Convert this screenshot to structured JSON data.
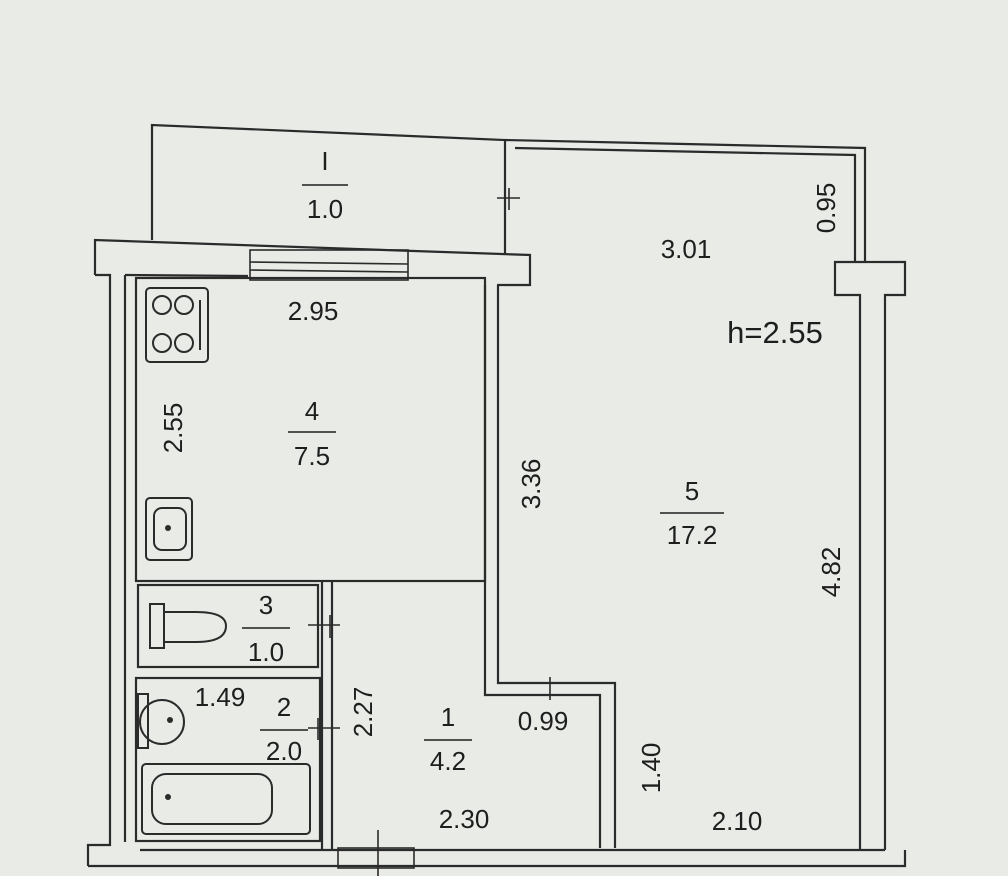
{
  "ceiling_height": "h=2.55",
  "rooms": [
    {
      "id": "balcony",
      "number": "I",
      "area": "1.0"
    },
    {
      "id": "kitchen",
      "number": "4",
      "area": "7.5"
    },
    {
      "id": "living",
      "number": "5",
      "area": "17.2"
    },
    {
      "id": "toilet",
      "number": "3",
      "area": "1.0"
    },
    {
      "id": "bath",
      "number": "2",
      "area": "2.0"
    },
    {
      "id": "hall",
      "number": "1",
      "area": "4.2"
    }
  ],
  "dimensions": {
    "living_top": "3.01",
    "living_right_upper": "0.95",
    "kitchen_width": "2.95",
    "kitchen_height": "2.55",
    "living_left": "3.36",
    "living_right": "4.82",
    "bath_width": "1.49",
    "bath_height": "2.27",
    "niche_width": "0.99",
    "niche_height": "1.40",
    "hall_width": "2.30",
    "living_bottom": "2.10"
  }
}
